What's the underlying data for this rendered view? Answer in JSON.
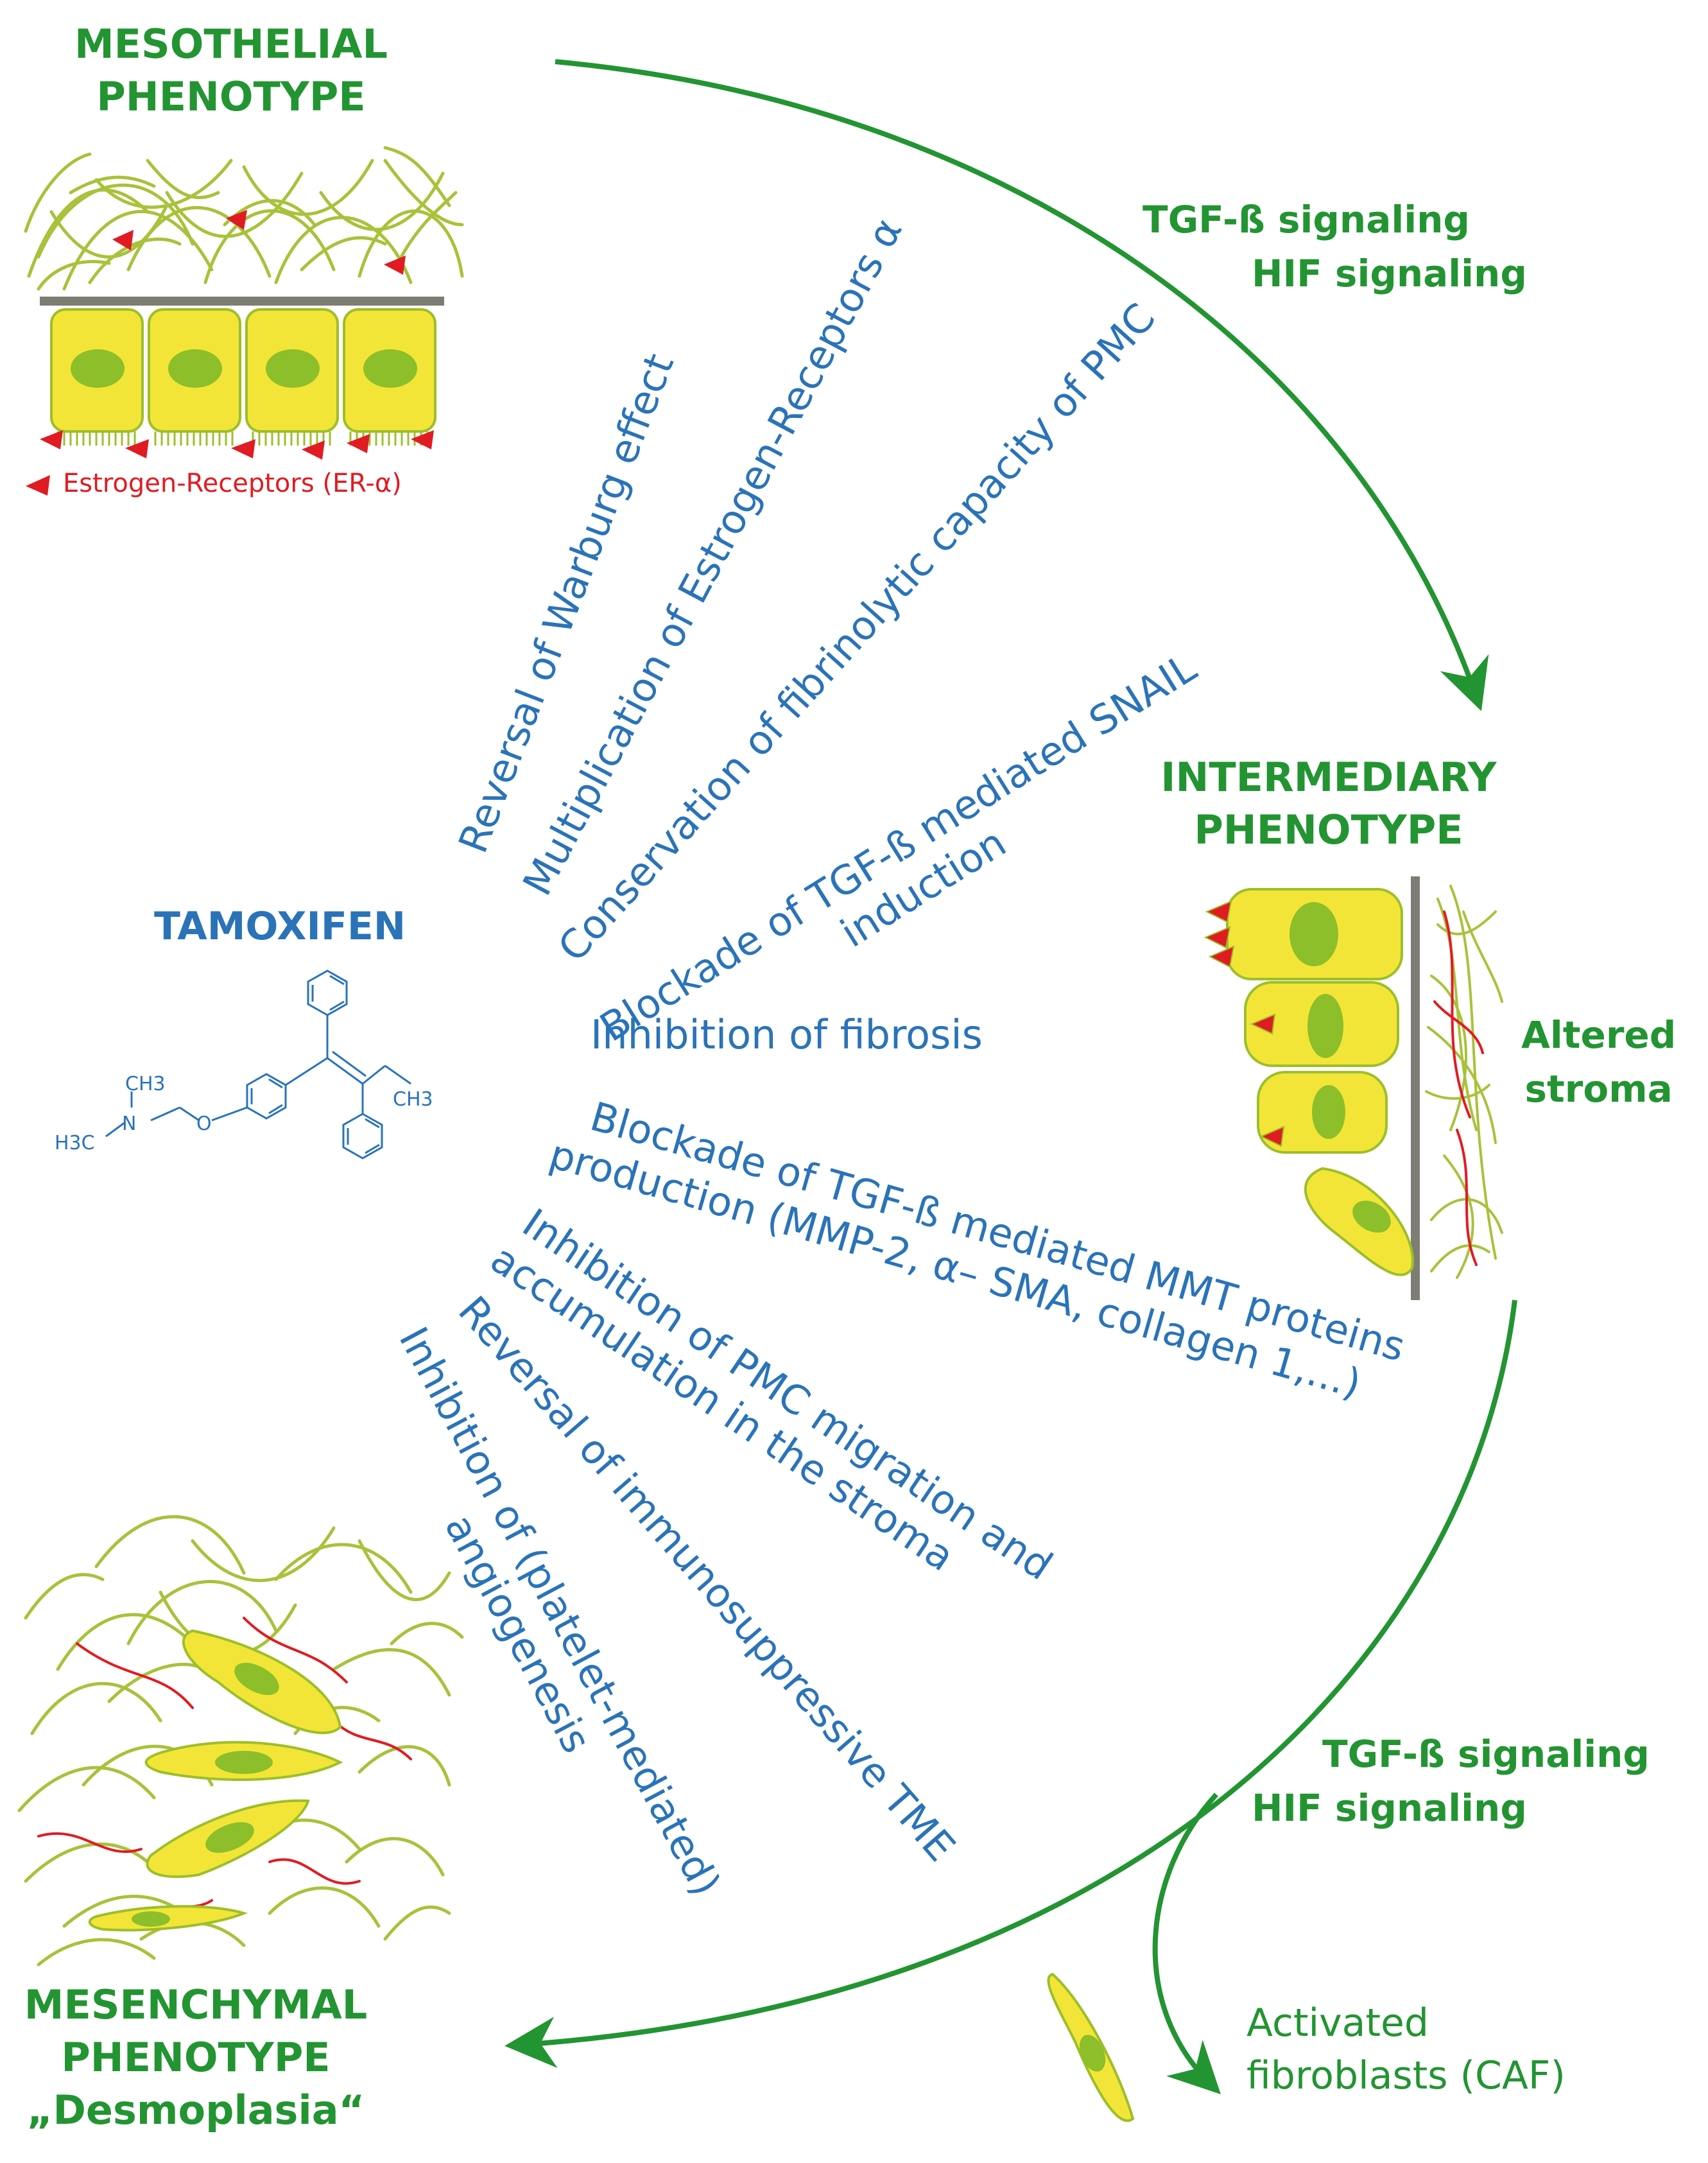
{
  "phenotypes": {
    "mesothelial": [
      "MESOTHELIAL",
      "PHENOTYPE"
    ],
    "intermediary": [
      "INTERMEDIARY",
      "PHENOTYPE"
    ],
    "mesenchymal": [
      "MESENCHYMAL",
      "PHENOTYPE",
      "„Desmoplasia“"
    ]
  },
  "signaling_top": [
    "TGF-ß signaling",
    "HIF signaling"
  ],
  "signaling_bottom": [
    "TGF-ß signaling",
    "HIF signaling"
  ],
  "legend": "Estrogen-Receptors (ER-α)",
  "altered_stroma": [
    "Altered",
    "stroma"
  ],
  "caf": [
    "Activated",
    "fibroblasts (CAF)"
  ],
  "drug": {
    "name": "TAMOXIFEN",
    "atoms": {
      "ch3_top": "CH3",
      "n": "N",
      "h3c": "H3C",
      "o": "O",
      "ch3_right": "CH3"
    }
  },
  "effects": [
    "Reversal of Warburg effect",
    "Multiplication of Estrogen-Receptors α",
    "Conservation of fibrinolytic capacity of PMC",
    [
      "Blockade of TGF-ß  mediated SNAIL",
      "induction"
    ],
    "Inhibition of fibrosis",
    [
      "Blockade of TGF-ß mediated MMT proteins",
      "production (MMP-2,  α– SMA, collagen 1,...)"
    ],
    [
      "Inhibition of PMC migration and",
      "accumulation in the stroma"
    ],
    "Reversal of immunosuppressive TME",
    [
      "Inhibition of (platelet-mediated)",
      "angiogenesis"
    ]
  ],
  "colors": {
    "green": "#239432",
    "blue": "#2a73b8",
    "red": "#e11b22",
    "cell": "#f3e537",
    "nucleus": "#8cbf2a",
    "fiber": "#a8c23a",
    "membrane": "#7d7d73"
  }
}
